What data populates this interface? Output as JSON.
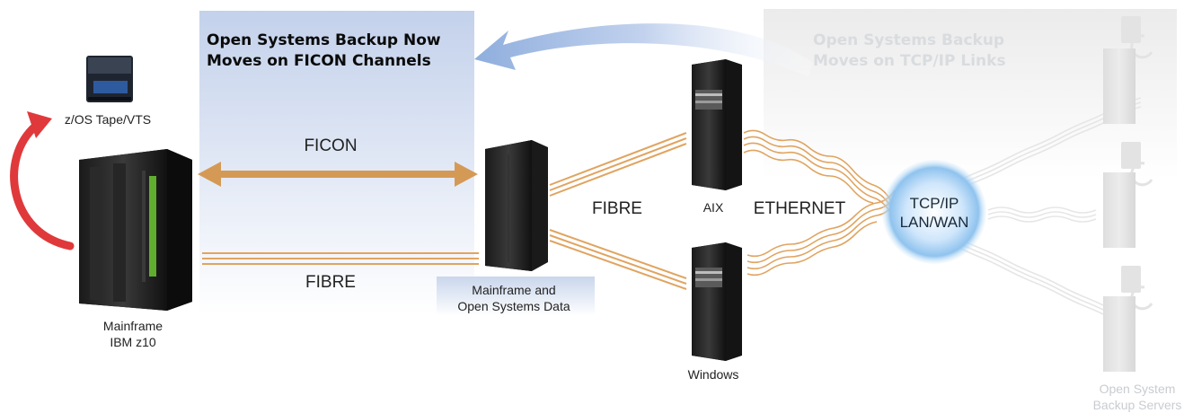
{
  "headlines": {
    "ficon_line1": "Open Systems Backup Now",
    "ficon_line2": "Moves on FICON Channels",
    "tcpip_line1": "Open Systems Backup",
    "tcpip_line2": "Moves on TCP/IP Links"
  },
  "labels": {
    "tape": "z/OS Tape/VTS",
    "mainframe_line1": "Mainframe",
    "mainframe_line2": "IBM z10",
    "ficon": "FICON",
    "fibre_left": "FIBRE",
    "fibre_mid": "FIBRE",
    "storage_line1": "Mainframe and",
    "storage_line2": "Open Systems Data",
    "aix": "AIX",
    "windows": "Windows",
    "ethernet": "ETHERNET",
    "network_line1": "TCP/IP",
    "network_line2": "LAN/WAN",
    "backup_line1": "Open System",
    "backup_line2": "Backup Servers"
  },
  "colors": {
    "ficon_arrow": "#d49a55",
    "fibre_lines": "#e0a460",
    "migration_arrow": "#9fb8e0",
    "loop_arrow": "#e0393b",
    "network_cloud": "#8ec2ee",
    "faded_panel": "#eeeeee"
  },
  "icons": {
    "tape": "tape-cartridge-icon",
    "mainframe": "mainframe-icon",
    "storage": "storage-rack-icon",
    "aix": "server-tower-icon",
    "windows": "server-tower-icon",
    "network": "network-cloud-icon"
  }
}
